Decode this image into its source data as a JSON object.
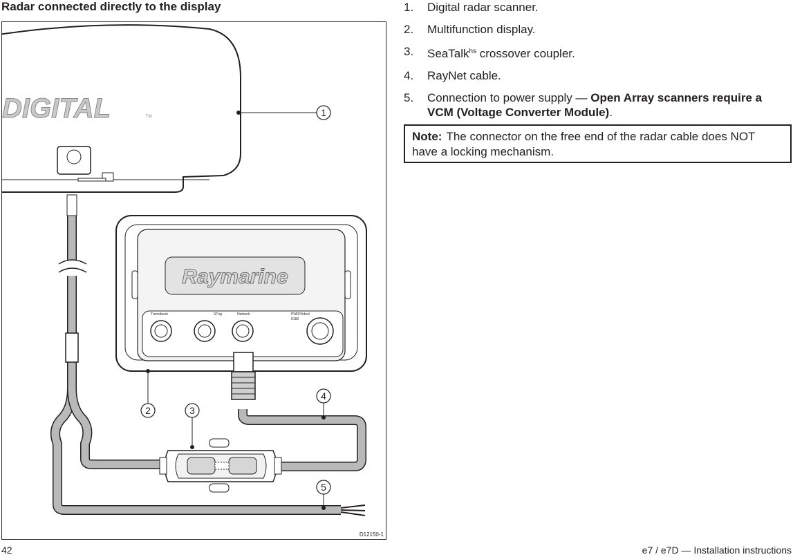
{
  "heading": "Radar connected directly to the display",
  "figure": {
    "brand_text": "DIGITAL",
    "tm": "TM",
    "display_logo": "Raymarine",
    "port_labels": [
      "Transducer",
      "STng",
      "Network",
      "PWR/Video/",
      "0183"
    ],
    "callouts": [
      "1",
      "2",
      "3",
      "4",
      "5"
    ],
    "figure_id": "D12150-1"
  },
  "items": [
    {
      "num": "1.",
      "text": "Digital radar scanner."
    },
    {
      "num": "2.",
      "text": "Multifunction display."
    },
    {
      "num": "3.",
      "text_a": "SeaTalk",
      "sup": "hs",
      "text_b": " crossover coupler."
    },
    {
      "num": "4.",
      "text": "RayNet cable."
    },
    {
      "num": "5.",
      "text": "Connection to power supply — ",
      "bold": "Open Array scanners require a VCM (Voltage Converter Module)",
      "after": "."
    }
  ],
  "note": {
    "label": "Note:",
    "text": "The connector on the free end of the radar cable does NOT have a locking mechanism."
  },
  "footer": {
    "page": "42",
    "title": "e7 / e7D — Installation instructions"
  }
}
